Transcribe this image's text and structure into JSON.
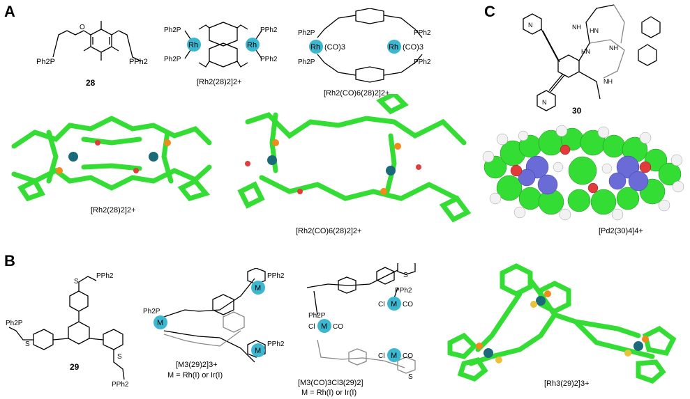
{
  "panels": {
    "a": "A",
    "b": "B",
    "c": "C"
  },
  "panel_a": {
    "compound_28": "28",
    "dimer_label": "[Rh2(28)2]2+",
    "carbonyl_label": "[Rh2(CO)6(28)2]2+",
    "crystal_left_label": "[Rh2(28)2]2+",
    "crystal_right_label": "[Rh2(CO)6(28)2]2+",
    "atoms": {
      "ph2p": "Ph2P",
      "pph2": "PPh2",
      "rh": "Rh",
      "co3": "(CO)3"
    }
  },
  "panel_b": {
    "compound_29": "29",
    "trimer_label": "[M3(29)2]3+",
    "trimer_metal_note": "M = Rh(I) or Ir(I)",
    "carbonyl_label": "[M3(CO)3Cl3(29)2]",
    "carbonyl_metal_note": "M = Rh(I) or Ir(I)",
    "crystal_label": "[Rh3(29)2]3+",
    "atoms": {
      "ph2p": "Ph2P",
      "pph2": "PPh2",
      "s": "S",
      "m": "M",
      "cl": "Cl",
      "co": "CO"
    }
  },
  "panel_c": {
    "compound_30": "30",
    "cage_label": "[Pd2(30)4]4+",
    "atoms": {
      "nh": "NH",
      "hn": "HN",
      "n": "N"
    }
  },
  "colors": {
    "carbon_stick": "#33dd33",
    "metal_sphere": "#3bb7cf",
    "phosphorus": "#f08a1a",
    "oxygen": "#e23b3b",
    "sulfur": "#e8c33a",
    "nitrogen": "#6b6bd8",
    "rhodium": "#1a6a7a"
  }
}
